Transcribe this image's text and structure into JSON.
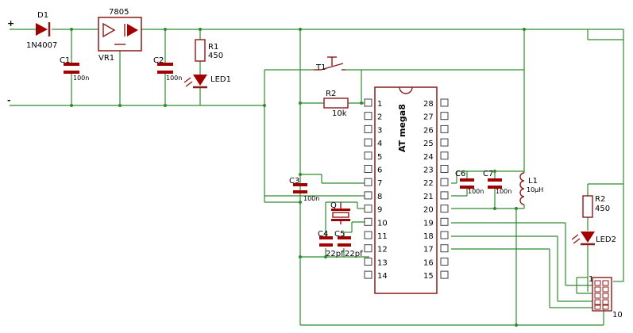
{
  "rails": {
    "plus": "+",
    "minus": "-"
  },
  "labels": {
    "d1": "D1",
    "d1_part": "1N4007",
    "vr1_part": "7805",
    "vr1": "VR1",
    "c1": "C1",
    "c1_value": "100n",
    "c2": "C2",
    "c2_value": "100n",
    "r1": "R1",
    "r1_value": "450",
    "led1": "LED1",
    "t1": "T1",
    "r2": "R2",
    "r2_value": "10k",
    "c3": "C3",
    "c3_value": "100n",
    "q": "Q",
    "c4": "C4",
    "c5": "C5",
    "c4_value": "22pf",
    "c5_value": "22pf",
    "c6": "C6",
    "c6_value": "100n",
    "c7": "C7",
    "c7_value": "100n",
    "l1": "L1",
    "l1_value": "10µH",
    "r2b": "R2",
    "r2b_value": "450",
    "led2": "LED2",
    "isp_pin1": "1",
    "isp_pin10": "10",
    "ic_name": "AT mega8"
  },
  "ic": {
    "left_pins": [
      "1",
      "2",
      "3",
      "4",
      "5",
      "6",
      "7",
      "8",
      "9",
      "10",
      "11",
      "12",
      "13",
      "14"
    ],
    "right_pins": [
      "28",
      "27",
      "26",
      "25",
      "24",
      "23",
      "22",
      "21",
      "20",
      "19",
      "18",
      "17",
      "16",
      "15"
    ]
  },
  "colors": {
    "wire": "#2e8b2e",
    "component": "#a00000"
  }
}
